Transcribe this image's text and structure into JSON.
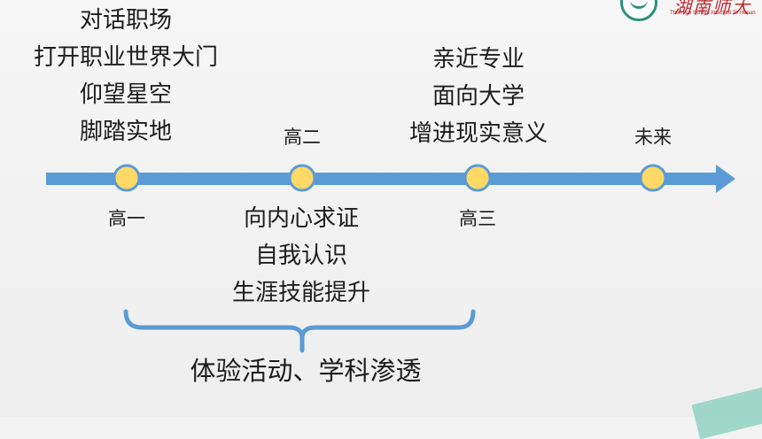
{
  "logo": {
    "script_text": "湖南师大",
    "subtitle": "The High School Attached To Hunan"
  },
  "timeline": {
    "nodes": [
      {
        "label": "高一"
      },
      {
        "label": "高二"
      },
      {
        "label": "高三"
      },
      {
        "label": "未来"
      }
    ]
  },
  "groups": {
    "grade1": [
      "对话职场",
      "打开职业世界大门",
      "仰望星空",
      "脚踏实地"
    ],
    "grade2": [
      "向内心求证",
      "自我认识",
      "生涯技能提升"
    ],
    "grade3": [
      "亲近专业",
      "面向大学",
      "增进现实意义"
    ]
  },
  "bottom_caption": "体验活动、学科渗透",
  "colors": {
    "arrow": "#5b9bd5",
    "node_fill": "#ffd966",
    "node_stroke": "#5b9bd5",
    "brace": "#5b9bd5",
    "logo_red": "#c0272d",
    "logo_teal": "#2f8f7a"
  }
}
